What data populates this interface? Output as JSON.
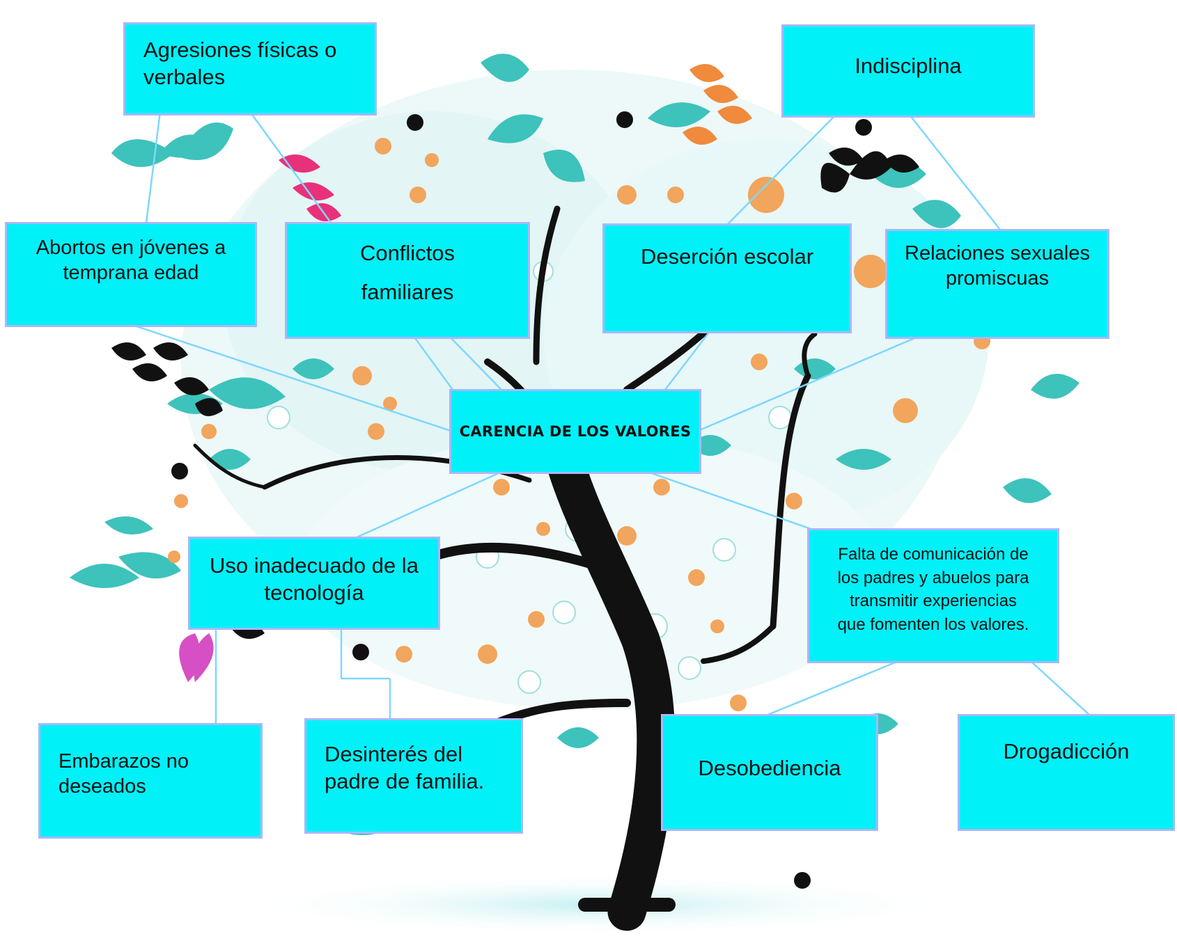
{
  "root": {
    "label": "CARENCIA DE LOS VALORES"
  },
  "nodes": {
    "agresiones": {
      "line1": "Agresiones físicas o",
      "line2": "verbales"
    },
    "indisciplina": {
      "line1": "Indisciplina"
    },
    "abortos": {
      "line1": "Abortos en jóvenes a",
      "line2": "temprana edad"
    },
    "conflictos": {
      "line1": "Conflictos",
      "line2": "familiares"
    },
    "desercion": {
      "line1": "Deserción escolar"
    },
    "relaciones": {
      "line1": "Relaciones sexuales",
      "line2": "promiscuas"
    },
    "tecnologia": {
      "line1": "Uso inadecuado de la",
      "line2": "tecnología"
    },
    "comunicacion": {
      "line1": "Falta de comunicación de",
      "line2": "los padres y abuelos para",
      "line3": "transmitir experiencias",
      "line4": "que fomenten los valores."
    },
    "embarazos": {
      "line1": "Embarazos no",
      "line2": "deseados"
    },
    "desinteres": {
      "line1": "Desinterés del",
      "line2": "padre de familia."
    },
    "desobediencia": {
      "line1": "Desobediencia"
    },
    "drogadiccion": {
      "line1": "Drogadicción"
    }
  },
  "colors": {
    "box_fill": "#00f1f8",
    "box_border": "#a8b8f8",
    "connector": "#7ed7ff",
    "trunk": "#111111",
    "leaf_teal": "#3ec2bc",
    "blossom_orange": "#f2a55c",
    "accent_pink": "#e8317a"
  }
}
